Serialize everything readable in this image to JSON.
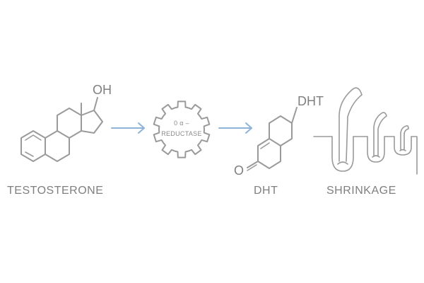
{
  "labels": {
    "testosterone": "TESTOSTERONE",
    "dht": "DHT",
    "shrinkage": "SHRINKAGE"
  },
  "molecules": {
    "testosterone_group": "OH",
    "dht_group": "DHT",
    "dht_oxygen": "O"
  },
  "enzyme": {
    "line1": "0 α –",
    "line2": "REDUCTASE"
  },
  "colors": {
    "line": "#9a9a9a",
    "text": "#7f7f7f",
    "arrow": "#8fb2d9"
  },
  "icons": [
    "gear-icon",
    "arrow-right-icon",
    "hair-follicle-icon"
  ]
}
